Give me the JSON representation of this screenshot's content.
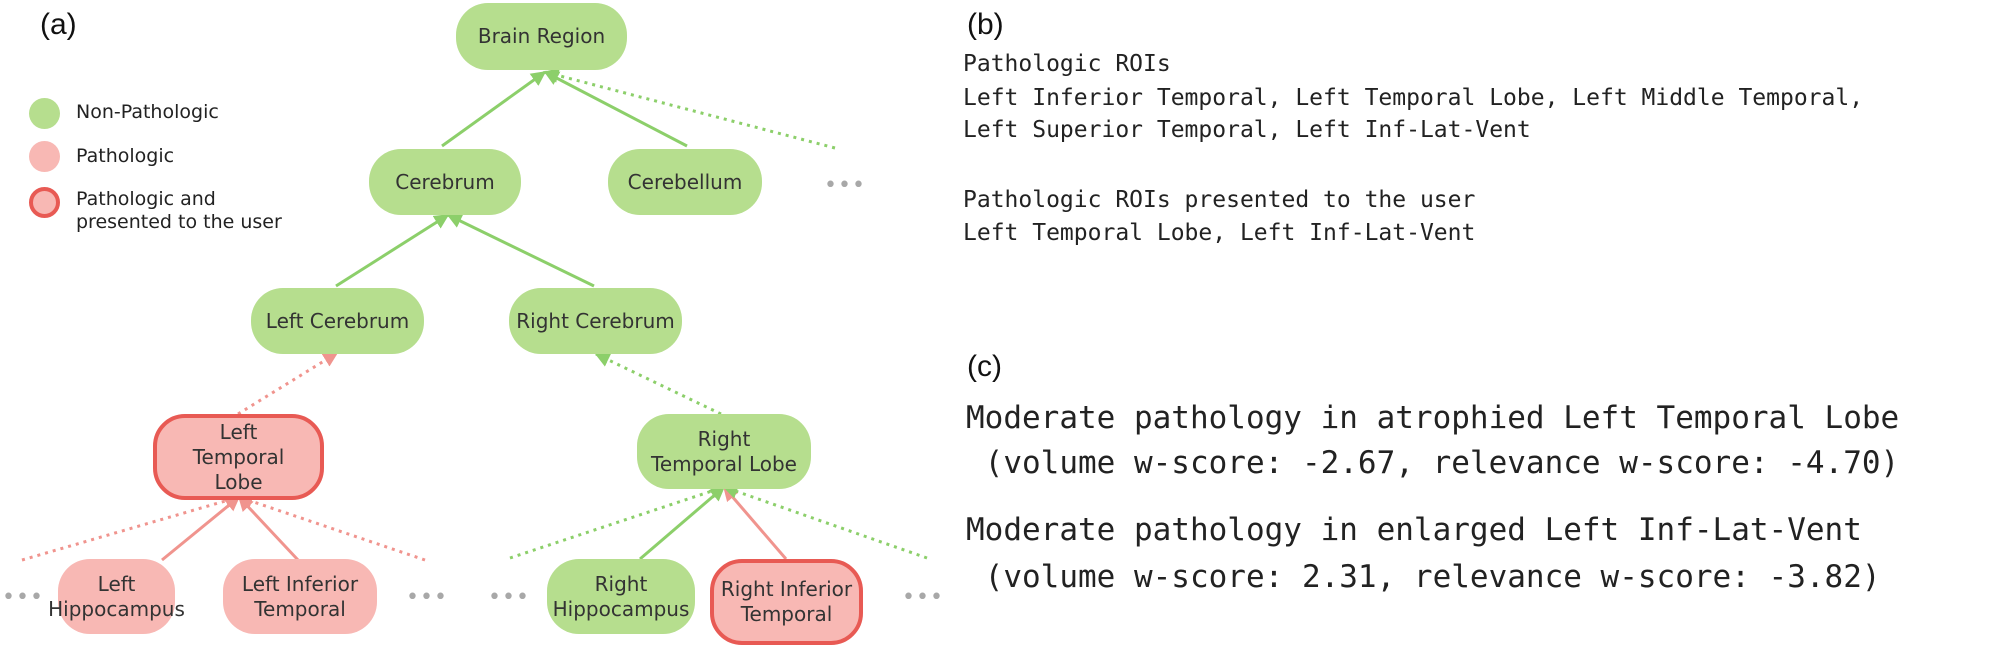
{
  "panel_a": {
    "letter": "(a)",
    "legend": [
      {
        "label": "Non-Pathologic",
        "color": "#b6de8e"
      },
      {
        "label": "Pathologic",
        "color": "#f8b8b4"
      },
      {
        "label": "Pathologic and presented to the user",
        "color": "#f8b8b4",
        "border": "#e85a54"
      }
    ],
    "nodes": {
      "brain_region": "Brain Region",
      "cerebrum": "Cerebrum",
      "cerebellum": "Cerebellum",
      "left_cerebrum": "Left Cerebrum",
      "right_cerebrum": "Right Cerebrum",
      "left_temporal_lobe": "Left Temporal Lobe",
      "right_temporal_lobe": "Right Temporal Lobe",
      "left_hippocampus": "Left Hippocampus",
      "left_inferior_temporal": "Left Inferior Temporal",
      "right_hippocampus": "Right Hippocampus",
      "right_inferior_temporal": "Right Inferior Temporal"
    },
    "ellipsis": "•••",
    "colors": {
      "green_edge": "#8ccf6a",
      "red_edge": "#f0948e",
      "ellipsis": "#a8a8a8"
    }
  },
  "panel_b": {
    "letter": "(b)",
    "pathologic_title": "Pathologic ROIs",
    "pathologic_line1": "Left Inferior Temporal, Left Temporal Lobe, Left Middle Temporal,",
    "pathologic_line2": "Left Superior Temporal, Left Inf-Lat-Vent",
    "presented_title": "Pathologic ROIs presented to the user",
    "presented_line": "Left Temporal Lobe, Left Inf-Lat-Vent"
  },
  "panel_c": {
    "letter": "(c)",
    "finding1_line1": "Moderate pathology in atrophied Left Temporal Lobe",
    "finding1_line2": " (volume w-score: -2.67, relevance w-score: -4.70)",
    "finding2_line1": "Moderate pathology in enlarged Left Inf-Lat-Vent",
    "finding2_line2": " (volume w-score: 2.31, relevance w-score: -3.82)"
  }
}
